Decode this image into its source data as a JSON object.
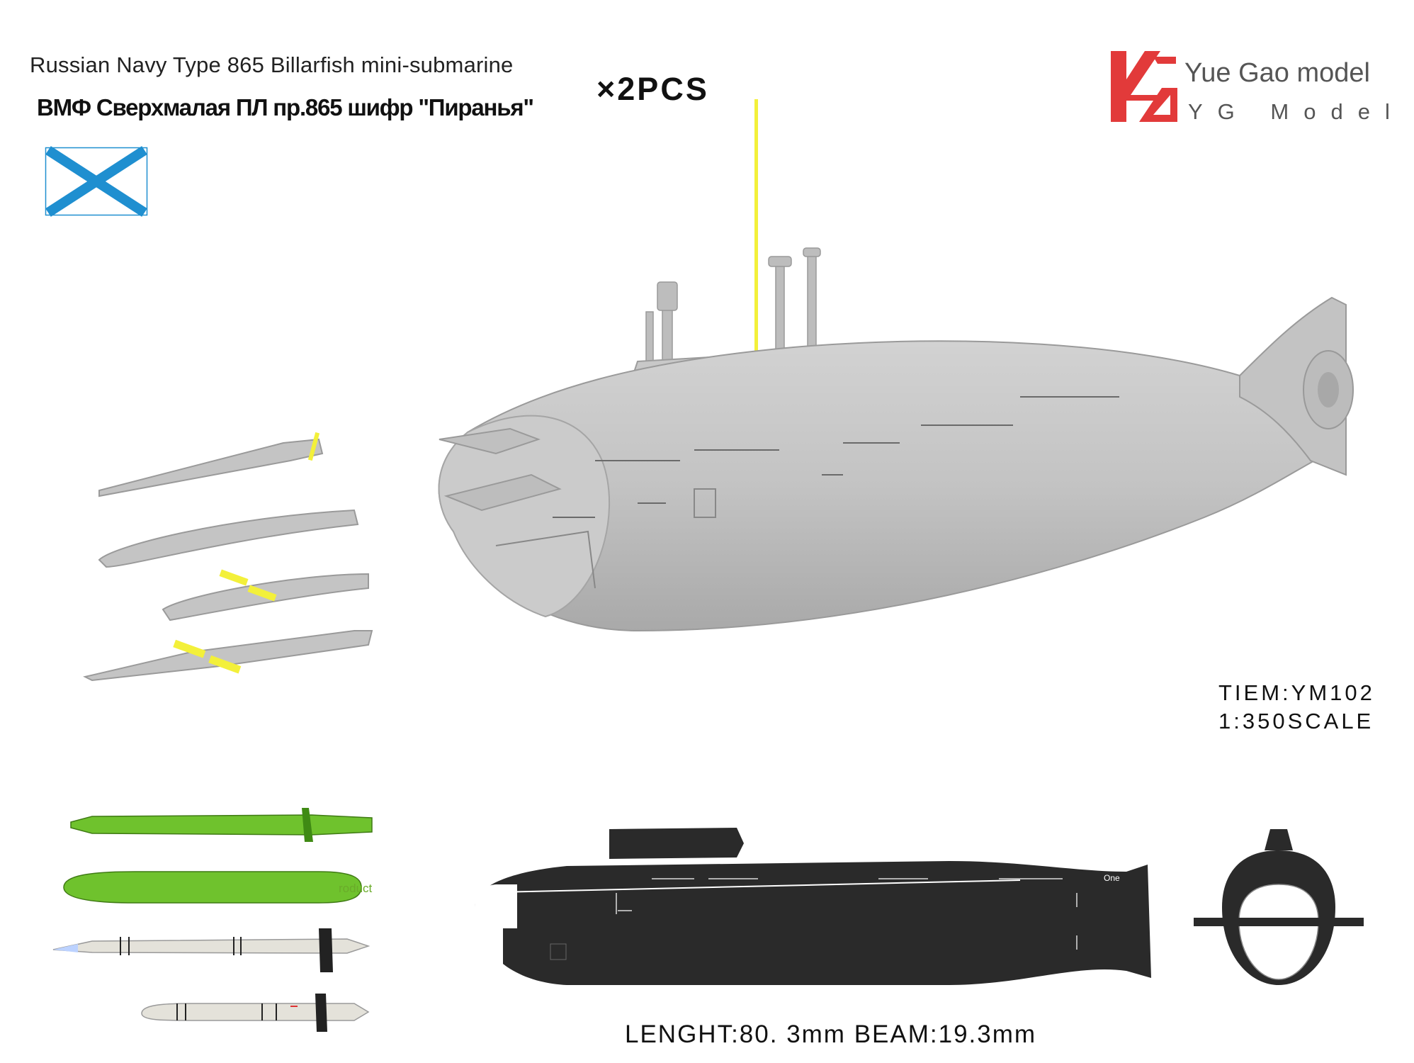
{
  "header": {
    "title_en": "Russian Navy Type 865 Billarfish mini-submarine",
    "title_ru": "ВМФ Сверхмалая ПЛ пр.865 шифр \"Пиранья\"",
    "quantity": "×2PCS"
  },
  "brand": {
    "name": "Yue Gao model",
    "sub": "YG Model",
    "logo_icon": "yg-logo-icon",
    "accent_color": "#e23a3a"
  },
  "flag": {
    "icon": "st-andrews-flag-icon",
    "color": "#1f8fd0"
  },
  "specs": {
    "item": "TIEM:YM102",
    "scale": "1:350SCALE",
    "dimensions": "LENGHT:80. 3mm   BEAM:19.3mm"
  },
  "labels": {
    "product": "roduct",
    "one": "One"
  },
  "colors": {
    "hull_gray": "#c4c4c4",
    "hull_black": "#2a2a2a",
    "highlight_yellow": "#f3f03a",
    "part_green": "#6fc22d"
  }
}
